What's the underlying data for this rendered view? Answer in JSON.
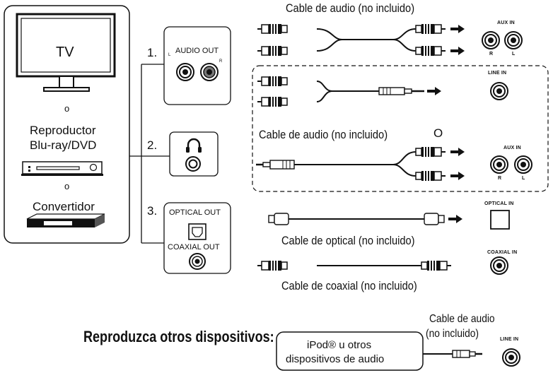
{
  "source": {
    "tv": "TV",
    "or1": "o",
    "player_line1": "Reproductor",
    "player_line2": "Blu-ray/DVD",
    "or2": "o",
    "converter": "Convertidor"
  },
  "outputs": {
    "n1": "1.",
    "n2": "2.",
    "n3": "3.",
    "audio_out": "AUDIO OUT",
    "l": "L",
    "r": "R",
    "optical_out": "OPTICAL OUT",
    "coaxial_out": "COAXIAL OUT"
  },
  "cables": {
    "audio_cable_top": "Cable de audio (no incluido)",
    "audio_cable_mid": "Cable de audio (no incluido)",
    "or_mid": "O",
    "optical_cable": "Cable de optical (no incluido)",
    "coaxial_cable": "Cable de coaxial (no incluido)"
  },
  "inputs": {
    "aux_in_top": "AUX IN",
    "aux_r_top": "R",
    "aux_l_top": "L",
    "line_in": "LINE IN",
    "aux_in_mid": "AUX IN",
    "aux_r_mid": "R",
    "aux_l_mid": "L",
    "optical_in": "OPTICAL IN",
    "coaxial_in": "COAXIAL IN"
  },
  "other": {
    "heading": "Reproduzca otros dispositivos:",
    "device_line1": "iPod® u otros",
    "device_line2": "dispositivos de audio",
    "cable_line1": "Cable de audio",
    "cable_line2": "(no incluido)",
    "line_in": "LINE IN"
  }
}
